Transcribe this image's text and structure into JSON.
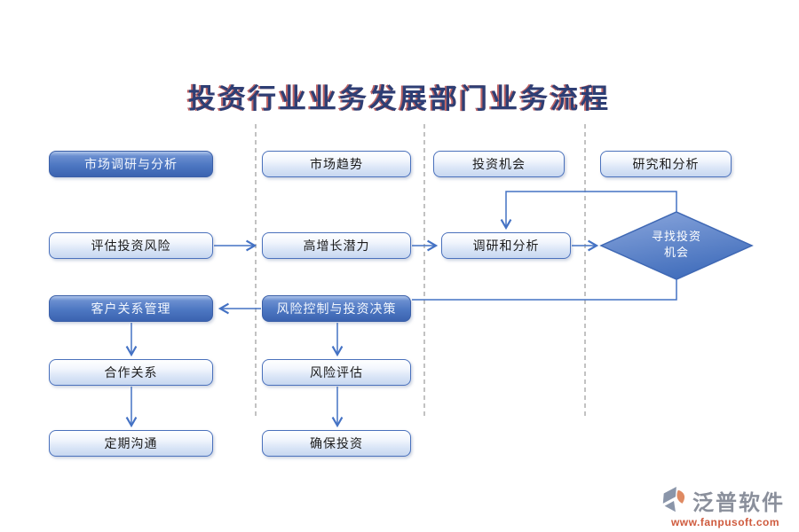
{
  "title": "投资行业业务发展部门业务流程",
  "nodes": {
    "market_research": {
      "label": "市场调研与分析",
      "style": "dark"
    },
    "market_trend": {
      "label": "市场趋势",
      "style": "light"
    },
    "investment_opportunity": {
      "label": "投资机会",
      "style": "light"
    },
    "research_analysis": {
      "label": "研究和分析",
      "style": "light"
    },
    "evaluate_risk": {
      "label": "评估投资风险",
      "style": "light"
    },
    "high_growth": {
      "label": "高增长潜力",
      "style": "light"
    },
    "survey_analysis": {
      "label": "调研和分析",
      "style": "light"
    },
    "find_opportunity": {
      "label": "寻找投资机会",
      "style": "diamond"
    },
    "customer_relationship": {
      "label": "客户关系管理",
      "style": "dark"
    },
    "risk_control": {
      "label": "风险控制与投资决策",
      "style": "dark"
    },
    "cooperation": {
      "label": "合作关系",
      "style": "light"
    },
    "risk_assessment": {
      "label": "风险评估",
      "style": "light"
    },
    "regular_communication": {
      "label": "定期沟通",
      "style": "light"
    },
    "ensure_investment": {
      "label": "确保投资",
      "style": "light"
    }
  },
  "logo": {
    "name": "泛普软件",
    "url": "www.fanpusoft.com"
  },
  "colors": {
    "arrow_blue": "#4472C4",
    "node_border": "#4a71bc",
    "dark_node_gradient_top": "#6a8ed0",
    "dark_node_gradient_bottom": "#3b63b0",
    "light_node_gradient_bottom": "#c7d7f0",
    "diamond_gradient_top": "#8ba7dd",
    "diamond_gradient_bottom": "#4470bd",
    "title_blue": "#2e3e74",
    "title_red_shadow": "#aa3232",
    "divider_gray": "#999999",
    "logo_gray": "#8a8f9b",
    "logo_orange": "#cf5b3e"
  }
}
